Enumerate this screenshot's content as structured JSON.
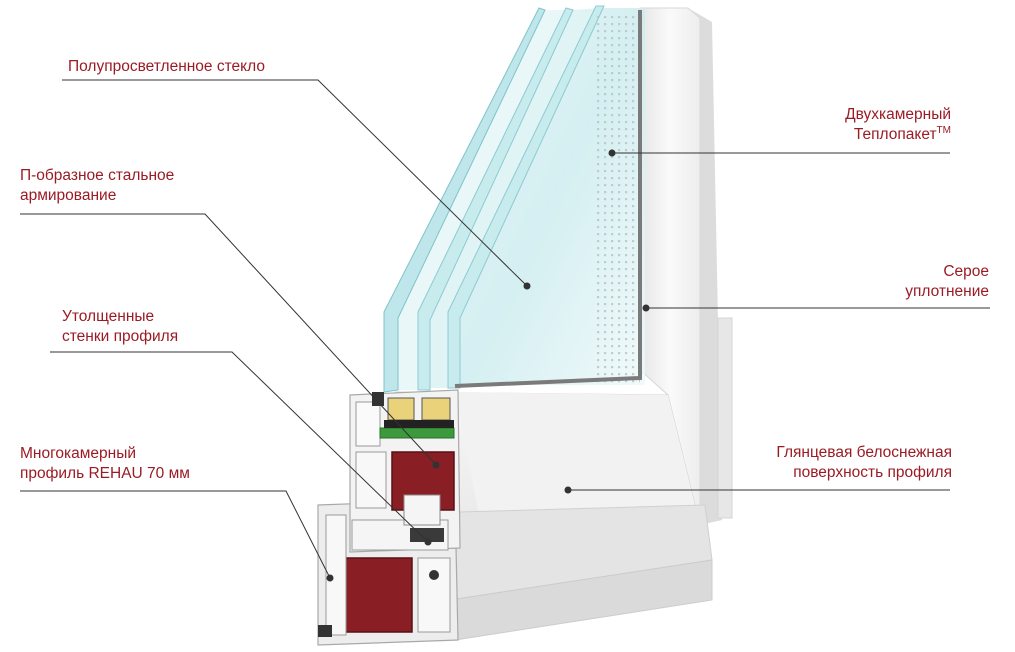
{
  "callouts": {
    "semi_clear_glass": {
      "lines": [
        "Полупросветленное стекло"
      ]
    },
    "steel_reinforcement": {
      "lines": [
        "П-образное стальное",
        "армирование"
      ]
    },
    "thick_walls": {
      "lines": [
        "Утолщенные",
        "стенки профиля"
      ]
    },
    "multi_chamber": {
      "lines": [
        "Многокамерный",
        "профиль REHAU 70 мм"
      ]
    },
    "double_chamber": {
      "lines": [
        "Двухкамерный",
        "Теплопакет"
      ],
      "superscript": "TM"
    },
    "grey_seal": {
      "lines": [
        "Серое",
        "уплотнение"
      ]
    },
    "glossy_surface": {
      "lines": [
        "Глянцевая белоснежная",
        "поверхность профиля"
      ]
    }
  },
  "colors": {
    "label_text": "#9b1b24",
    "leader_line": "#333333",
    "profile_white": "#f4f4f4",
    "reinforcement_red": "#8a1e25",
    "glass_tint": "#bfe6ea",
    "seal_grey": "#7a7a7a",
    "spacer_yellow": "#e9d27a",
    "gasket_green": "#3c9a3c"
  }
}
